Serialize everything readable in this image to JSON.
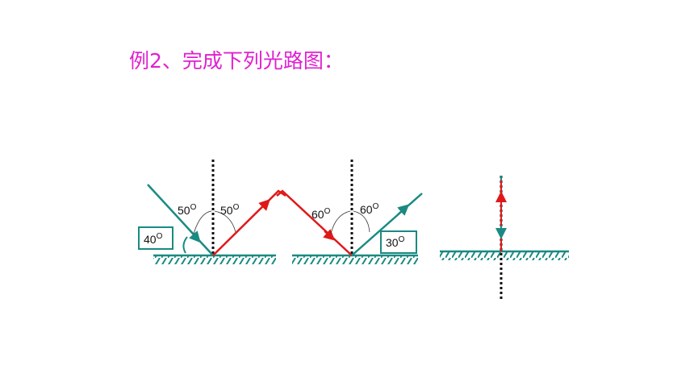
{
  "title": "例2、完成下列光路图：",
  "colors": {
    "incident": "#1a8a82",
    "reflected": "#e01818",
    "normal": "#111111",
    "title": "#e020d0"
  },
  "diagrams": [
    {
      "angle_labels": [
        "50",
        "50"
      ],
      "box_label": "40",
      "degree_mark": "O"
    },
    {
      "angle_labels": [
        "60",
        "60"
      ],
      "box_label": "30",
      "degree_mark": "O"
    },
    {
      "angle_labels": [],
      "box_label": "",
      "degree_mark": ""
    }
  ]
}
